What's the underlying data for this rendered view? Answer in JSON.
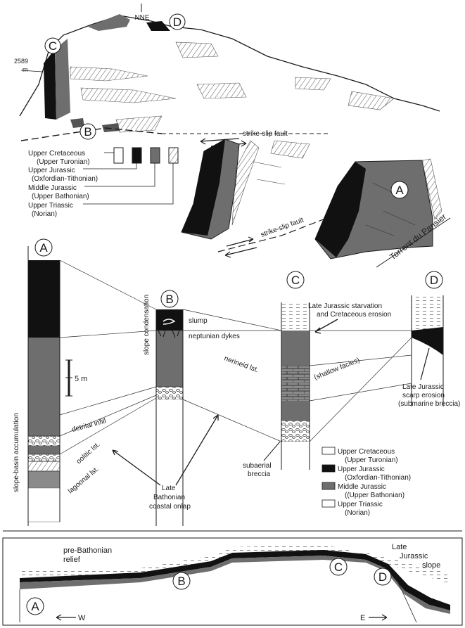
{
  "panel_top": {
    "locations": {
      "A": "A",
      "B": "B",
      "C": "C",
      "D": "D"
    },
    "direction": "NNE",
    "elevation_value": "2589",
    "elevation_unit": "m",
    "fault_label_1": "strike-slip fault",
    "fault_label_2": "strike-slip fault",
    "river_label": "Torrent du Pansier",
    "key": [
      {
        "name": "Upper Cretaceous",
        "sub": "(Upper Turonian)"
      },
      {
        "name": "Upper Jurassic",
        "sub": "(Oxfordian-Tithonian)"
      },
      {
        "name": "Middle Jurassic",
        "sub": "(Upper Bathonian)"
      },
      {
        "name": "Upper Triassic",
        "sub": "(Norian)"
      }
    ]
  },
  "panel_middle": {
    "scale_label": "5 m",
    "left_process": "slope-basin accumulation",
    "b_process": "slope condensation",
    "labels": {
      "slump": "slump",
      "neptunian": "neptunian dykes",
      "starvation_1": "Late Jurassic starvation",
      "starvation_2": "and Cretaceous erosion",
      "nerineid": "nerineid lst.",
      "shallow": "(shallow facies)",
      "scarp_1": "Late Jurassic",
      "scarp_2": "scarp erosion",
      "scarp_3": "(submarine breccia)",
      "detrital": "detrital infill",
      "oolitic": "oolitic lst.",
      "lagoonal": "lagoonal lst.",
      "onlap_1": "Late",
      "onlap_2": "Bathonian",
      "onlap_3": "coastal onlap",
      "subaerial_1": "subaerial",
      "subaerial_2": "breccia"
    },
    "legend": [
      {
        "name": "Upper Cretaceous",
        "sub": "(Upper Turonian)",
        "color": "#ffffff"
      },
      {
        "name": "Upper Jurassic",
        "sub": "(Oxfordian-Tithonian)",
        "color": "#111111"
      },
      {
        "name": "Middle Jurassic",
        "sub": "((Upper Bathonian)",
        "color": "#6e6e6e"
      },
      {
        "name": "Upper Triassic",
        "sub": "(Norian)",
        "color": "#ffffff"
      }
    ]
  },
  "panel_bottom": {
    "relief_1": "pre-Bathonian",
    "relief_2": "relief",
    "slope_1": "Late",
    "slope_2": "Jurassic",
    "slope_3": "slope",
    "west": "W",
    "east": "E"
  },
  "colors": {
    "upper_jurassic": "#111111",
    "middle_jurassic": "#6e6e6e",
    "outline": "#1a1a1a"
  }
}
